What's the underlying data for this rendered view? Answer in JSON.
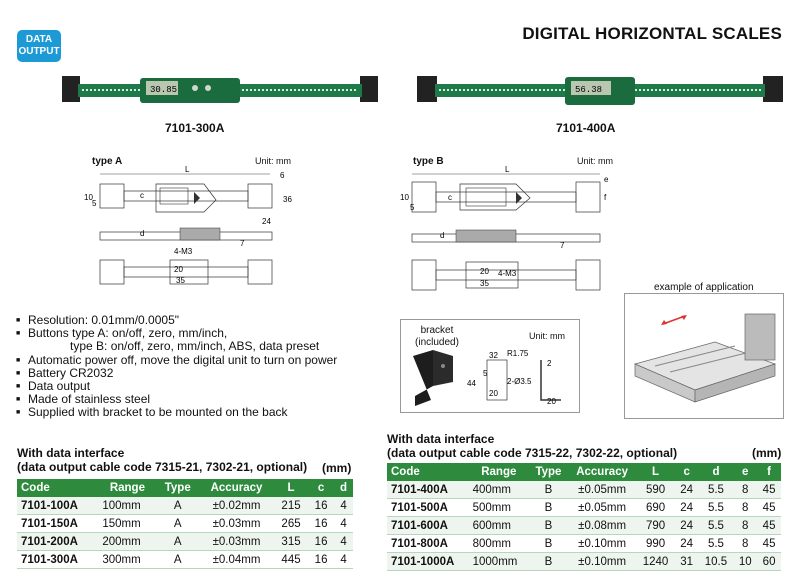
{
  "badge": {
    "line1": "DATA",
    "line2": "OUTPUT"
  },
  "title": "DIGITAL HORIZONTAL SCALES",
  "products": {
    "left": {
      "model": "7101-300A",
      "display": "30.85"
    },
    "right": {
      "model": "7101-400A",
      "display": "56.38"
    }
  },
  "diagrams": {
    "typeA": {
      "label": "type A",
      "unit": "Unit: mm",
      "dims": {
        "L": "L",
        "six": "6",
        "ten": "10",
        "five": "5",
        "c": "c",
        "thirtysix": "36",
        "twentyfour": "24",
        "d": "d",
        "seven": "7",
        "m3": "4-M3",
        "twenty": "20",
        "thirtyfive": "35"
      }
    },
    "typeB": {
      "label": "type B",
      "unit": "Unit: mm",
      "dims": {
        "L": "L",
        "e": "e",
        "ten": "10",
        "five": "5",
        "c": "c",
        "f": "f",
        "d": "d",
        "seven": "7",
        "twenty": "20",
        "m3": "4-M3",
        "thirtyfive": "35"
      }
    },
    "bracket": {
      "label1": "bracket",
      "label2": "(included)",
      "unit": "Unit: mm",
      "dims": {
        "thirtytwo": "32",
        "r": "R1.75",
        "two": "2",
        "fortyfour": "44",
        "five": "5",
        "hole": "2-Ø3.5",
        "twenty_a": "20",
        "twenty_b": "20"
      }
    },
    "application": {
      "label": "example of application"
    }
  },
  "specs": [
    {
      "text": "Resolution: 0.01mm/0.0005\"",
      "bullet": true
    },
    {
      "text": "Buttons type A: on/off, zero, mm/inch,",
      "bullet": true
    },
    {
      "text": "type B: on/off, zero, mm/inch, ABS, data preset",
      "bullet": false
    },
    {
      "text": "Automatic power off, move the digital unit to turn on power",
      "bullet": true
    },
    {
      "text": "Battery CR2032",
      "bullet": true
    },
    {
      "text": "Data output",
      "bullet": true
    },
    {
      "text": "Made of stainless steel",
      "bullet": true
    },
    {
      "text": "Supplied with bracket to be mounted on the back",
      "bullet": true
    }
  ],
  "table_left": {
    "title": "With data interface",
    "subtitle": "(data output cable code 7315-21, 7302-21, optional)",
    "unit": "(mm)",
    "headers": [
      "Code",
      "Range",
      "Type",
      "Accuracy",
      "L",
      "c",
      "d"
    ],
    "rows": [
      [
        "7101-100A",
        "100mm",
        "A",
        "±0.02mm",
        "215",
        "16",
        "4"
      ],
      [
        "7101-150A",
        "150mm",
        "A",
        "±0.03mm",
        "265",
        "16",
        "4"
      ],
      [
        "7101-200A",
        "200mm",
        "A",
        "±0.03mm",
        "315",
        "16",
        "4"
      ],
      [
        "7101-300A",
        "300mm",
        "A",
        "±0.04mm",
        "445",
        "16",
        "4"
      ]
    ]
  },
  "table_right": {
    "title": "With data interface",
    "subtitle": "(data output cable code 7315-22, 7302-22, optional)",
    "unit": "(mm)",
    "headers": [
      "Code",
      "Range",
      "Type",
      "Accuracy",
      "L",
      "c",
      "d",
      "e",
      "f"
    ],
    "rows": [
      [
        "7101-400A",
        "400mm",
        "B",
        "±0.05mm",
        "590",
        "24",
        "5.5",
        "8",
        "45"
      ],
      [
        "7101-500A",
        "500mm",
        "B",
        "±0.05mm",
        "690",
        "24",
        "5.5",
        "8",
        "45"
      ],
      [
        "7101-600A",
        "600mm",
        "B",
        "±0.08mm",
        "790",
        "24",
        "5.5",
        "8",
        "45"
      ],
      [
        "7101-800A",
        "800mm",
        "B",
        "±0.10mm",
        "990",
        "24",
        "5.5",
        "8",
        "45"
      ],
      [
        "7101-1000A",
        "1000mm",
        "B",
        "±0.10mm",
        "1240",
        "31",
        "10.5",
        "10",
        "60"
      ]
    ]
  },
  "colors": {
    "accent": "#2e8b3e",
    "badge": "#1b9ad6",
    "scale_green": "#1f7a4a"
  }
}
